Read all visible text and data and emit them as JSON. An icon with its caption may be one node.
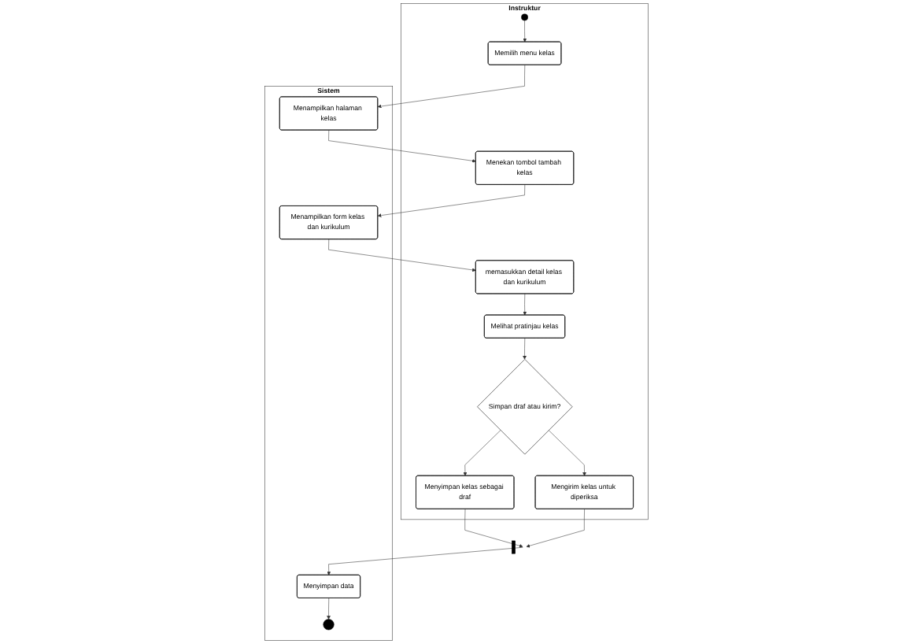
{
  "diagram": {
    "nodes": [
      {
        "text": [
          "Instruktur"
        ]
      },
      {
        "text": [
          "Sistem"
        ]
      },
      {
        "text": [],
        "shape": "circle",
        "in": 0
      },
      {
        "text": [
          "Memilih menu kelas"
        ],
        "in": 0
      },
      {
        "text": [
          "Menampilkan halaman kelas"
        ],
        "in": 1
      },
      {
        "text": [
          "Menekan tombol tambah kelas"
        ],
        "in": 0
      },
      {
        "text": [
          "Menampilkan form kelas dan kurikulum"
        ],
        "in": 1
      },
      {
        "text": [
          "memasukkan detail kelas dan kurikulum"
        ],
        "in": 0
      },
      {
        "text": [
          "Melihat pratinjau kelas"
        ],
        "in": 0
      },
      {
        "text": [
          "Simpan draf atau kirim?"
        ],
        "in": 0
      },
      {
        "text": [
          "Menyimpan kelas sebagai draf"
        ],
        "in": 0
      },
      {
        "text": [
          "Mengirim kelas untuk diperiksa"
        ],
        "in": 0
      },
      {
        "text": [],
        "shape": "bar"
      },
      {
        "text": [
          "Menyimpan data"
        ],
        "in": 1
      },
      {
        "text": [],
        "shape": "bullseye",
        "in": 1
      }
    ],
    "edges": [
      {
        "from": 2,
        "to": 3,
        "arrow": "to"
      },
      {
        "from": 3,
        "to": 4,
        "arrow": "to"
      },
      {
        "from": 4,
        "to": 5,
        "arrow": "to"
      },
      {
        "from": 5,
        "to": 6,
        "arrow": "to"
      },
      {
        "from": 6,
        "to": 7,
        "arrow": "to"
      },
      {
        "from": 7,
        "to": 8,
        "arrow": "to"
      },
      {
        "from": 8,
        "to": 9,
        "arrow": "to"
      },
      {
        "from": 9,
        "to": 10,
        "arrow": "to"
      },
      {
        "from": 9,
        "to": 11,
        "arrow": "to"
      },
      {
        "from": 10,
        "to": 12,
        "arrow": "to"
      },
      {
        "from": 11,
        "to": 12,
        "arrow": "to"
      },
      {
        "from": 12,
        "to": 13,
        "arrow": "to"
      },
      {
        "from": 13,
        "to": 14,
        "arrow": "to"
      }
    ]
  }
}
